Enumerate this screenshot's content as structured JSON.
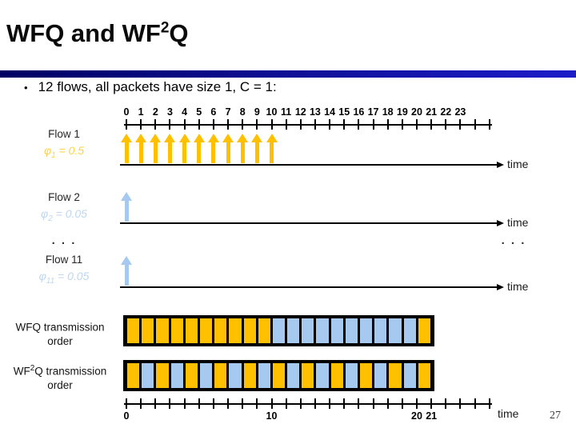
{
  "slide": {
    "title_prefix": "WFQ and WF",
    "title_sup": "2",
    "title_suffix": "Q",
    "bullet_marker": "•",
    "bullet": "12 flows, all packets have size 1, C = 1:",
    "page_number": "27"
  },
  "colors": {
    "flow1": "#FFC000",
    "flow1_label": "#FFD24A",
    "flow_other": "#A6C9F0",
    "flow_other_label": "#BDD7EE",
    "divider_left": "#000063",
    "divider_right": "#1D1DC9",
    "axis": "#000000"
  },
  "top_ruler": {
    "tick_count": 26,
    "labels": [
      "0",
      "1",
      "2",
      "3",
      "4",
      "5",
      "6",
      "7",
      "8",
      "9",
      "10",
      "11",
      "12",
      "13",
      "14",
      "15",
      "16",
      "17",
      "18",
      "19",
      "20",
      "21",
      "22",
      "23"
    ]
  },
  "flows": [
    {
      "name": "Flow 1",
      "phi_symbol": "φ",
      "phi_sub": "1",
      "phi_eq": "= 0.5",
      "packet_units": [
        0,
        1,
        2,
        3,
        4,
        5,
        6,
        7,
        8,
        9,
        10
      ],
      "color_key": "flow1",
      "time_label": "time"
    },
    {
      "name": "Flow 2",
      "phi_symbol": "φ",
      "phi_sub": "2",
      "phi_eq": "= 0.05",
      "packet_units": [
        0
      ],
      "color_key": "flow_other",
      "time_label": "time"
    },
    {
      "name": "Flow 11",
      "phi_symbol": "φ",
      "phi_sub": "11",
      "phi_eq": "= 0.05",
      "packet_units": [
        0
      ],
      "color_key": "flow_other",
      "time_label": "time"
    }
  ],
  "ellipsis": {
    "left": ". . .",
    "right": ". . ."
  },
  "transmission_rows": [
    {
      "label_prefix": "WFQ transmission",
      "label_sup": "",
      "label_rest": "",
      "label_line2": "order",
      "pattern": [
        "Y",
        "Y",
        "Y",
        "Y",
        "Y",
        "Y",
        "Y",
        "Y",
        "Y",
        "Y",
        "B",
        "B",
        "B",
        "B",
        "B",
        "B",
        "B",
        "B",
        "B",
        "B",
        "Y"
      ]
    },
    {
      "label_prefix": "WF",
      "label_sup": "2",
      "label_rest": "Q transmission",
      "label_line2": "order",
      "pattern": [
        "Y",
        "B",
        "Y",
        "B",
        "Y",
        "B",
        "Y",
        "B",
        "Y",
        "B",
        "Y",
        "B",
        "Y",
        "B",
        "Y",
        "B",
        "Y",
        "B",
        "Y",
        "B",
        "Y"
      ]
    }
  ],
  "bottom_ruler": {
    "tick_count": 26,
    "labels": [
      {
        "text": "0",
        "unit": 0
      },
      {
        "text": "10",
        "unit": 10
      },
      {
        "text": "20",
        "unit": 20
      },
      {
        "text": "21",
        "unit": 21
      }
    ],
    "time_label": "time"
  }
}
